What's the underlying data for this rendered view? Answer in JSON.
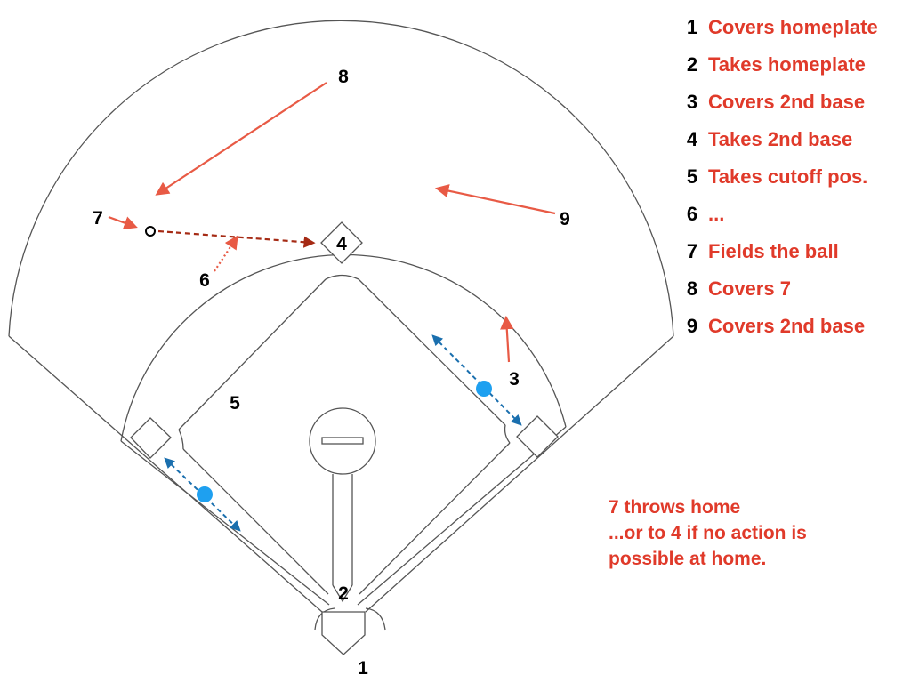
{
  "colors": {
    "accent": "#e03a2a",
    "throw": "#a52a14",
    "runner": "#1ea0f0",
    "runner_path": "#1a6fae",
    "line": "#555555"
  },
  "positions": {
    "p1": "1",
    "p2": "2",
    "p3": "3",
    "p4": "4",
    "p5": "5",
    "p6": "6",
    "p7": "7",
    "p8": "8",
    "p9": "9"
  },
  "legend": [
    {
      "num": "1",
      "text": "Covers homeplate"
    },
    {
      "num": "2",
      "text": "Takes homeplate"
    },
    {
      "num": "3",
      "text": "Covers 2nd base"
    },
    {
      "num": "4",
      "text": "Takes 2nd base"
    },
    {
      "num": "5",
      "text": "Takes cutoff pos."
    },
    {
      "num": "6",
      "text": "..."
    },
    {
      "num": "7",
      "text": "Fields the ball"
    },
    {
      "num": "8",
      "text": "Covers 7"
    },
    {
      "num": "9",
      "text": "Covers 2nd base"
    }
  ],
  "note": {
    "line1": "7 throws home",
    "line2": "...or to 4 if no action is",
    "line3": "possible at home."
  }
}
